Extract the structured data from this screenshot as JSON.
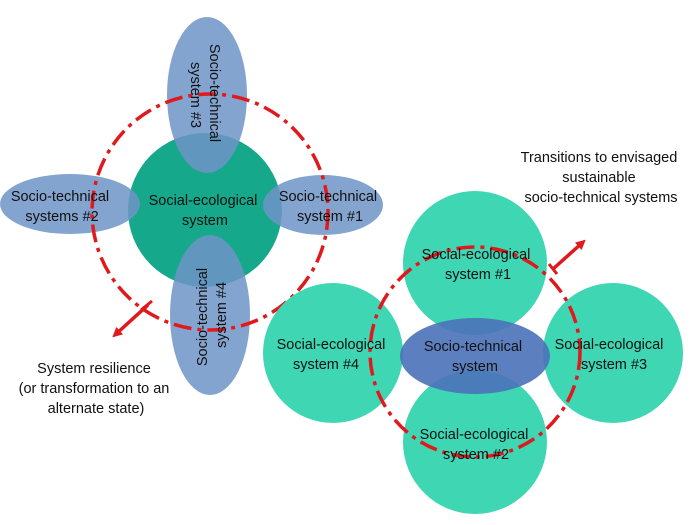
{
  "left_cluster": {
    "center": {
      "line1": "Social-ecological",
      "line2": "system"
    },
    "top": {
      "line1": "Socio-technical",
      "line2": "system #3"
    },
    "right": {
      "line1": "Socio-technical",
      "line2": "system #1"
    },
    "left": {
      "line1": "Socio-technical",
      "line2": "systems #2"
    },
    "bottom": {
      "line1": "Socio-technical",
      "line2": "system #4"
    }
  },
  "right_cluster": {
    "center": {
      "line1": "Socio-technical",
      "line2": "system"
    },
    "top": {
      "line1": "Social-ecological",
      "line2": "system #1"
    },
    "right": {
      "line1": "Social-ecological",
      "line2": "system #3"
    },
    "left": {
      "line1": "Social-ecological",
      "line2": "system #4"
    },
    "bottom": {
      "line1": "Social-ecological",
      "line2": "system #2"
    }
  },
  "captions": {
    "resilience": {
      "line1": "System resilience",
      "line2": "(or transformation to an",
      "line3": "alternate state)"
    },
    "transitions": {
      "line1": "Transitions to  envisaged",
      "line2": "sustainable",
      "line3": "socio-technical systems"
    }
  },
  "colors": {
    "green_fill": "#16a88a",
    "teal_fill": "#3ed6b3",
    "blue_fill": "#6f94c8",
    "dark_blue_fill": "#4a72b8",
    "dashed_red": "#e0191c"
  }
}
